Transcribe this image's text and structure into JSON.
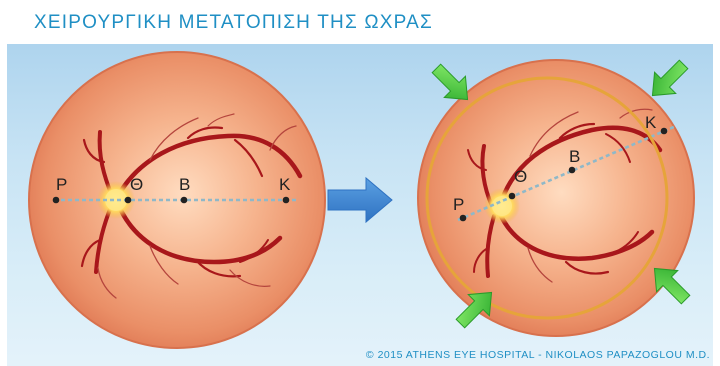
{
  "title": "ΧΕΙΡΟΥΡΓΙΚΗ ΜΕΤΑΤΟΠΙΣΗ ΤΗΣ ΩΧΡΑΣ",
  "credit": "© 2015 ATHENS EYE HOSPITAL - NIKOLAOS PAPAZOGLOU M.D.",
  "colors": {
    "title": "#1f8fc4",
    "fundus": "#e9916a",
    "vessel": "#a8171b",
    "green_arrow": "#3fc23f",
    "blue_arrow": "#3f88d4",
    "rotation_ring": "#e6a43a",
    "axis_line": "#8fb8c8"
  },
  "left_eye": {
    "labels": {
      "p": "Ρ",
      "theta": "Θ",
      "b": "Β",
      "k": "Κ"
    }
  },
  "right_eye": {
    "labels": {
      "p": "Ρ",
      "theta": "Θ",
      "b": "Β",
      "k": "Κ"
    }
  },
  "icons": {
    "transition_arrow": "right-arrow-icon",
    "rotation_arrows": "green-arrow-icon"
  }
}
